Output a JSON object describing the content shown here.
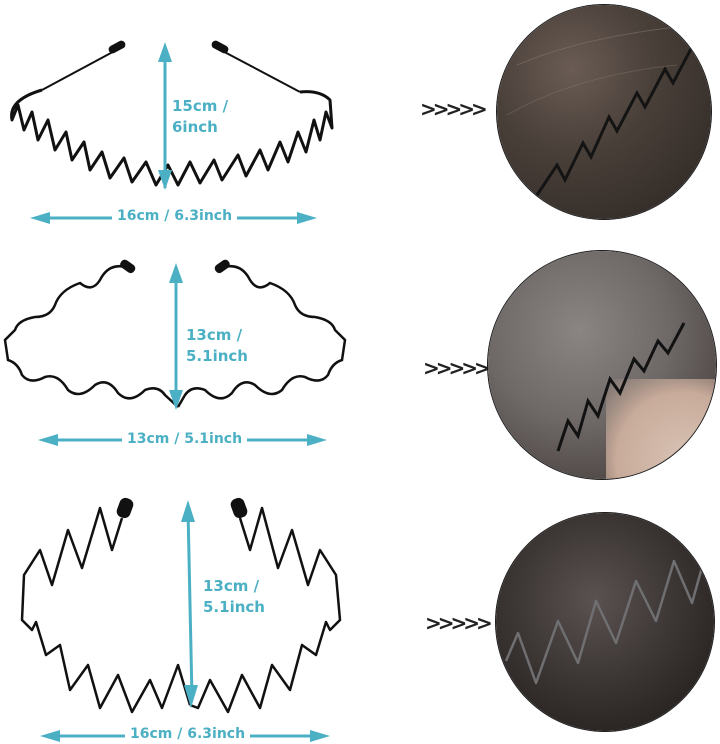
{
  "accent_color": "#4bb0c4",
  "wire_color": "#111111",
  "rows": [
    {
      "style": "spring-comb headband",
      "height_label": [
        "15cm /",
        "6inch"
      ],
      "width_label": "16cm / 6.3inch",
      "arrow_icon": ">>>>>",
      "photo_tone": [
        "#4a403a",
        "#2a2420"
      ]
    },
    {
      "style": "wave headband",
      "height_label": [
        "13cm /",
        "5.1inch"
      ],
      "width_label": "13cm / 5.1inch",
      "arrow_icon": ">>>>>",
      "photo_tone": [
        "#6e6866",
        "#3a3230"
      ]
    },
    {
      "style": "zigzag headband",
      "height_label": [
        "13cm /",
        "5.1inch"
      ],
      "width_label": "16cm / 6.3inch",
      "arrow_icon": ">>>>>",
      "photo_tone": [
        "#3c3634",
        "#1c1816"
      ]
    }
  ]
}
